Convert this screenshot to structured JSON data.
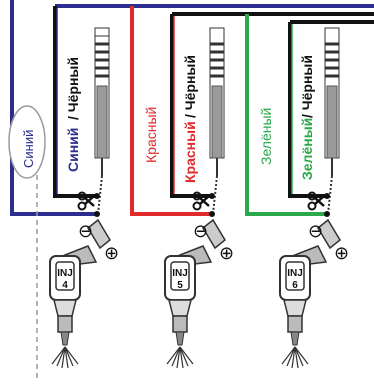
{
  "labels": {
    "side_left": "Синий",
    "blue_black_prefix": "Синий",
    "red_black_prefix": "Красный",
    "green_black_prefix": "Зелёный",
    "slash_black": "/ Чёрный",
    "single_red": "Красный",
    "single_green": "Зелёный",
    "minus": "⊖",
    "plus": "⊕"
  },
  "injectors": [
    {
      "code": "INJ",
      "num": "4"
    },
    {
      "code": "INJ",
      "num": "5"
    },
    {
      "code": "INJ",
      "num": "6"
    }
  ],
  "colors": {
    "blue": "#2b2e8c",
    "red": "#e02b2b",
    "green": "#2aa84a",
    "black": "#111111",
    "gray": "#9a9a9a"
  },
  "icons": [
    "scissors-icon",
    "minus-terminal-icon",
    "plus-terminal-icon",
    "injector-icon",
    "spray-icon"
  ]
}
